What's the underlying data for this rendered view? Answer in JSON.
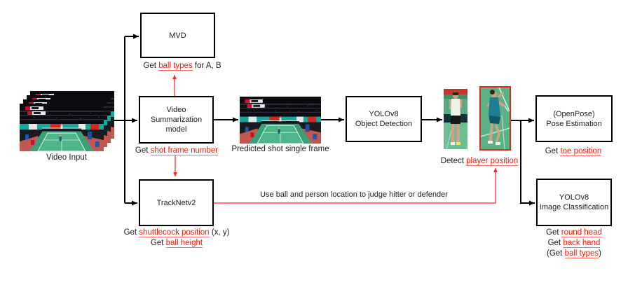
{
  "colors": {
    "accent_red": "#ff1500",
    "box_border": "#000000",
    "crop_highlight_border": "#e8281a"
  },
  "nodes": {
    "mvd": {
      "label": "MVD"
    },
    "video_summarization": {
      "label": "Video\nSummarization\nmodel"
    },
    "tracknet": {
      "label": "TrackNetv2"
    },
    "yolo_detection": {
      "label": "YOLOv8\nObject Detection"
    },
    "openpose": {
      "label": "(OpenPose)\nPose Estimation"
    },
    "yolo_classification": {
      "label": "YOLOv8\nImage Classification"
    }
  },
  "images": {
    "video_input_label": "Video Input",
    "predicted_frame_label": "Predicted shot single frame"
  },
  "captions": {
    "ball_types": {
      "prefix": "Get ",
      "highlight": "ball types",
      "suffix": " for A, B"
    },
    "shot_frame": {
      "prefix": "Get ",
      "highlight": "shot frame number",
      "suffix": ""
    },
    "shuttlecock": {
      "prefix": "Get ",
      "highlight": "shuttlecock position",
      "suffix": " (x, y)"
    },
    "ball_height": {
      "prefix": "Get ",
      "highlight": "ball height",
      "suffix": ""
    },
    "detect_player": {
      "prefix": "Detect ",
      "highlight": "player position",
      "suffix": ""
    },
    "toe_position": {
      "prefix": "Get ",
      "highlight": "toe position",
      "suffix": ""
    },
    "round_head": {
      "prefix": "Get ",
      "highlight": "round head",
      "suffix": ""
    },
    "back_hand": {
      "prefix": "Get ",
      "highlight": "back hand",
      "suffix": ""
    },
    "ball_types_secondary": {
      "prefix": "(Get ",
      "highlight": "ball types",
      "suffix": ")"
    }
  },
  "edge_labels": {
    "hitter_defender": "Use ball and person location to judge hitter or defender"
  }
}
